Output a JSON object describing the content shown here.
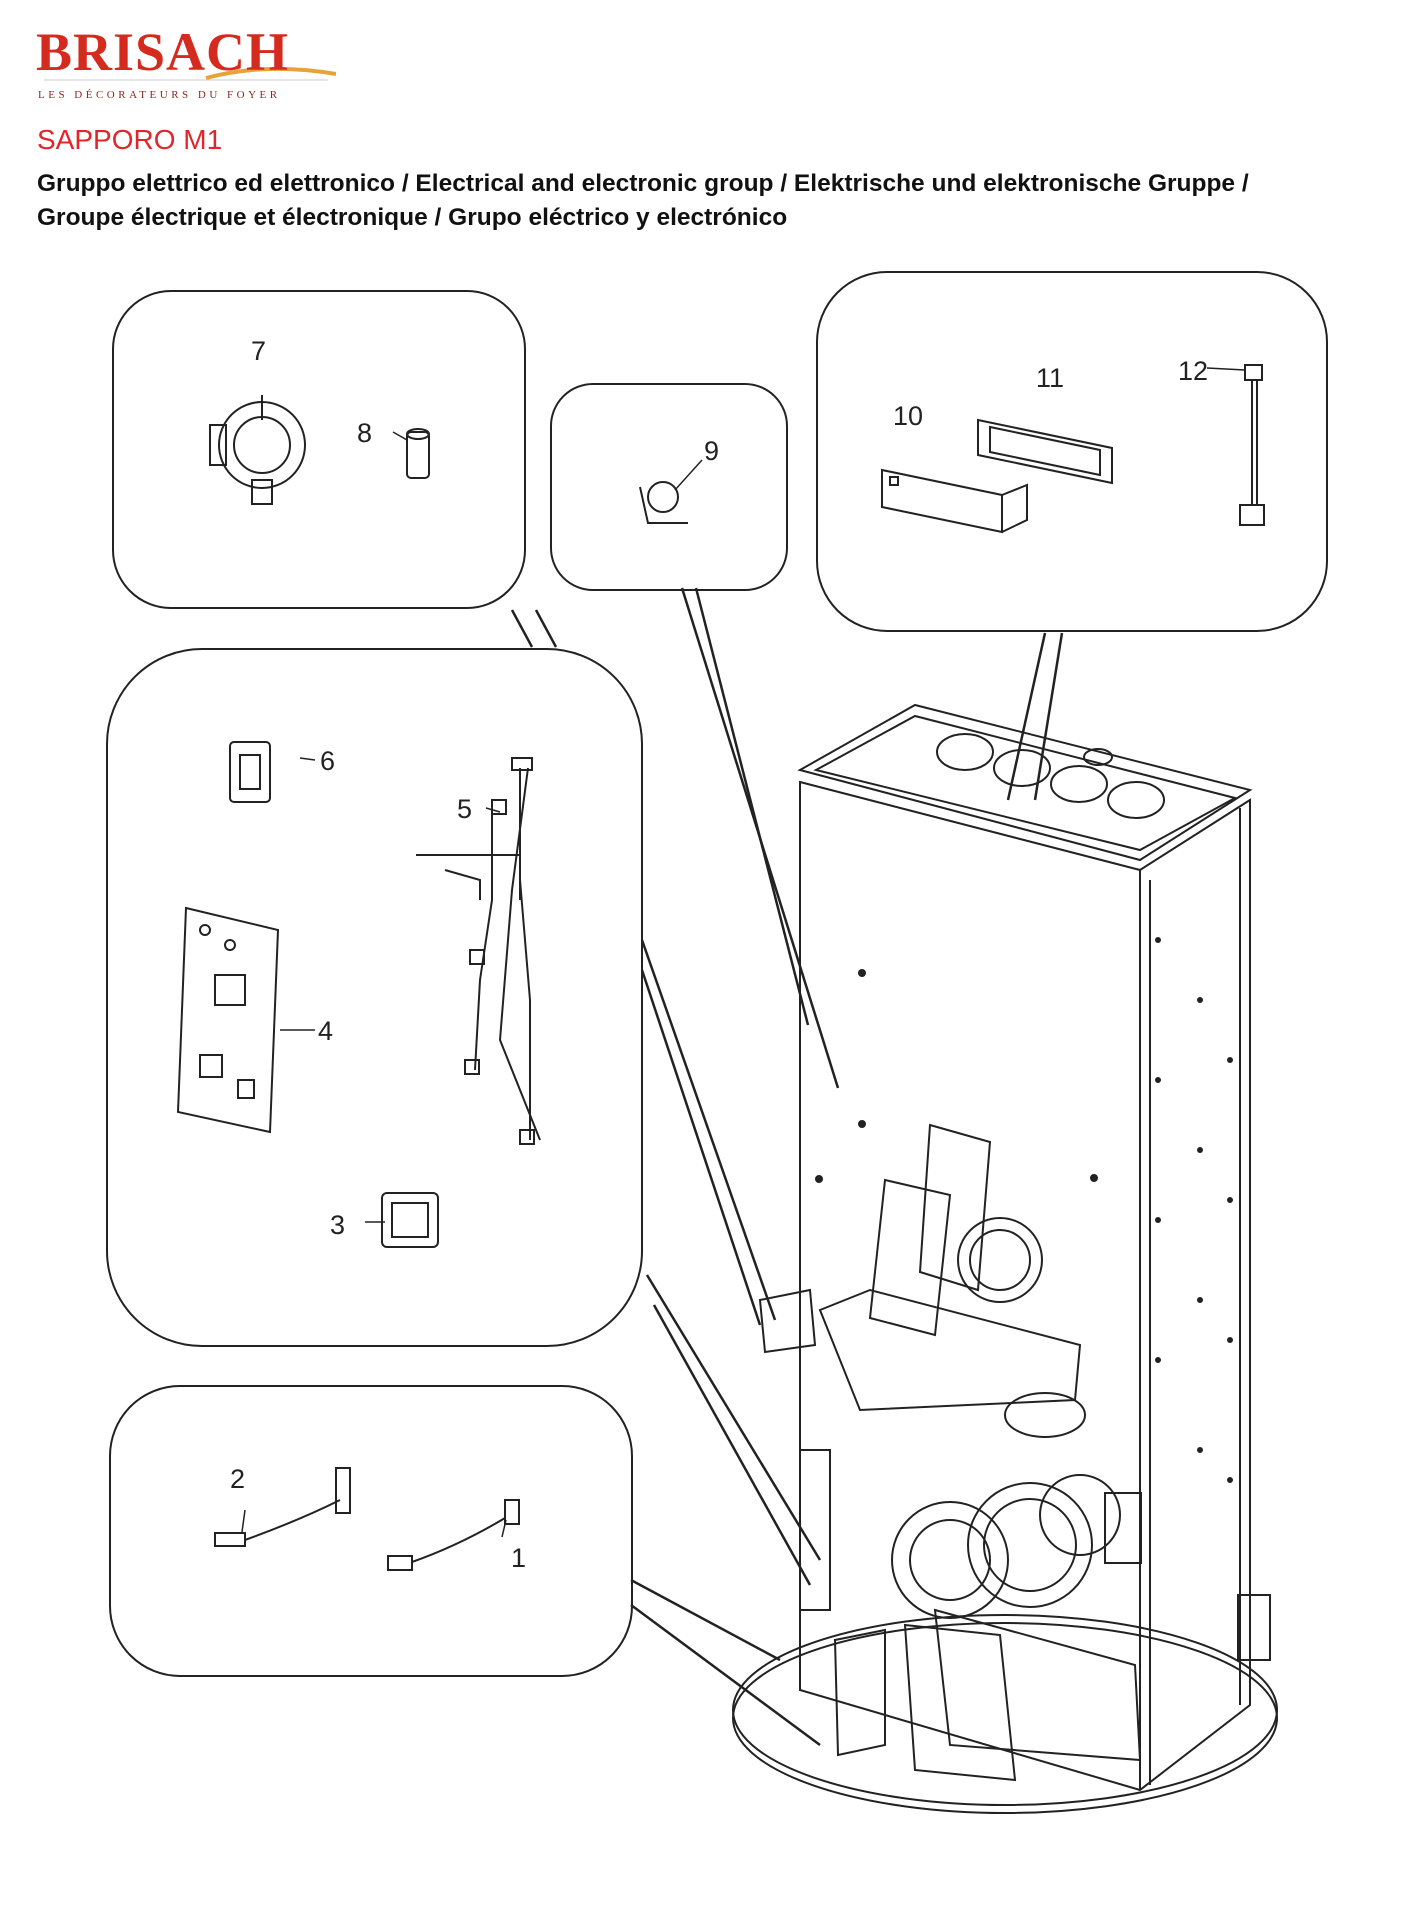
{
  "brand": {
    "name": "BRISACH",
    "tagline": "LES DÉCORATEURS DU FOYER",
    "color": "#d52b1e"
  },
  "model": "SAPPORO M1",
  "subtitle_line1": "Gruppo elettrico ed elettronico / Electrical and electronic group / Elektrische und elektronische Gruppe /",
  "subtitle_line2": "Groupe électrique et électronique / Grupo eléctrico y electrónico",
  "callouts": [
    "1",
    "2",
    "3",
    "4",
    "5",
    "6",
    "7",
    "8",
    "9",
    "10",
    "11",
    "12"
  ],
  "colors": {
    "title_red": "#e1262b",
    "line": "#222222"
  }
}
